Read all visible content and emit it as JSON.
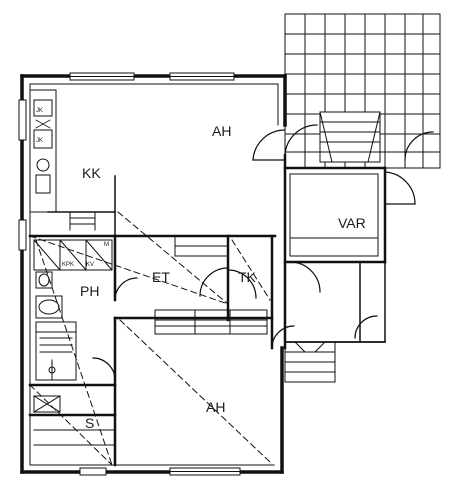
{
  "plan": {
    "rooms": {
      "ah_upper": "AH",
      "kk": "KK",
      "var": "VAR",
      "et": "ET",
      "tk": "TK",
      "ph": "PH",
      "ah_lower": "AH",
      "s": "S"
    },
    "fixture_marks": {
      "kitchen_top": "JK",
      "kitchen_mid": "JK",
      "hall_a": "KPK",
      "hall_b": "KV",
      "hall_c": "M"
    }
  }
}
